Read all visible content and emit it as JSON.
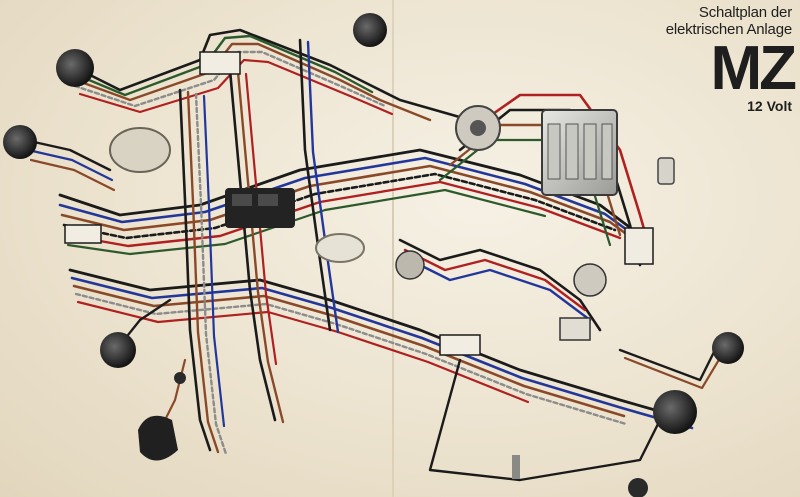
{
  "title": {
    "line1": "Schaltplan der",
    "line2": "elektrischen Anlage",
    "brand": "MZ",
    "voltage": "12 Volt"
  },
  "wire_colors": {
    "black": "#1b1b1b",
    "brown": "#8a4a2a",
    "red": "#b02020",
    "blue": "#23379b",
    "green": "#2d5a2c",
    "grey": "#8c8c8c",
    "white": "#f4f1ea"
  },
  "paper_color": "#efe8d8"
}
